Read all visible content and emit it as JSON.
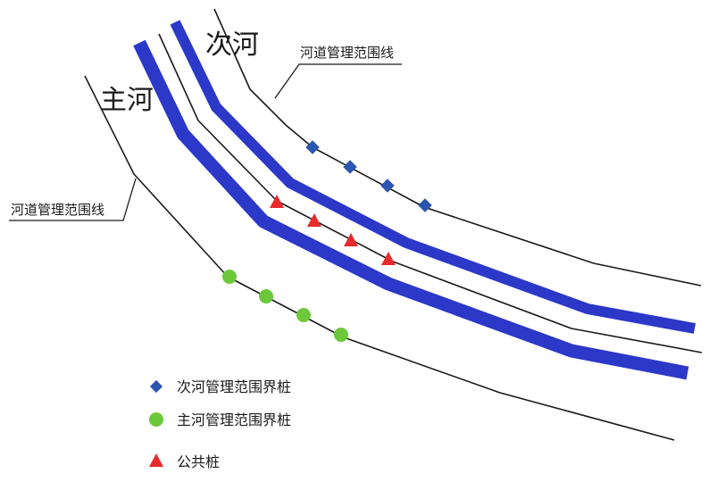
{
  "labels": {
    "secondary_river": "次河",
    "main_river": "主河",
    "boundary_line_top": "河道管理范围线",
    "boundary_line_left": "河道管理范围线"
  },
  "legend": {
    "secondary_marker": "次河管理范围界桩",
    "main_marker": "主河管理范围界桩",
    "public_marker": "公共桩"
  },
  "colors": {
    "river_band": "#2b38c8",
    "line": "#1a1a1a",
    "secondary_marker": "#2a55b0",
    "main_marker": "#6cc83a",
    "public_marker": "#e52b2b"
  },
  "markers": {
    "secondary_count": 4,
    "main_count": 4,
    "public_count": 4
  }
}
